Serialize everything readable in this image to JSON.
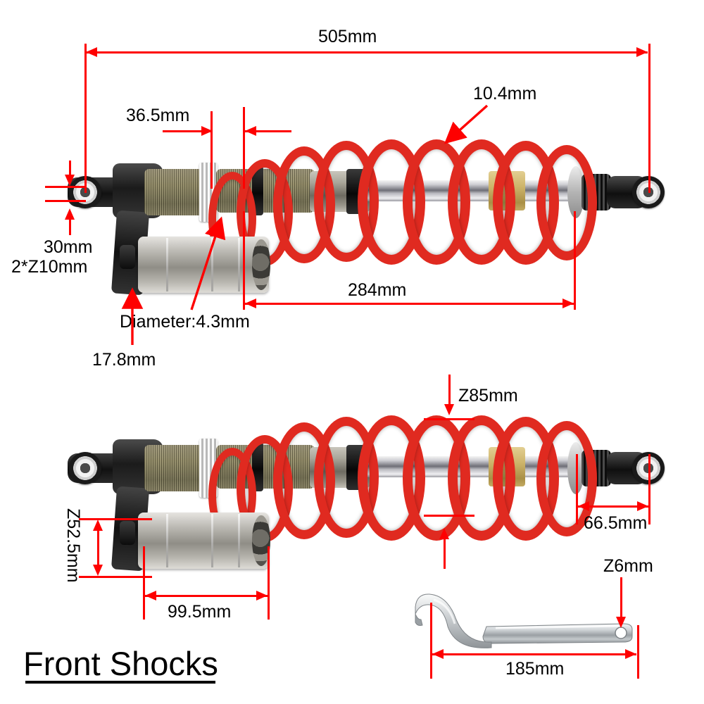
{
  "page": {
    "title": "Front Shocks",
    "background": "#ffffff",
    "dimension_color": "#fe0000",
    "text_color": "#000000"
  },
  "product": {
    "name": "Front Shocks",
    "type": "motorcycle-shock-absorber",
    "spring_color": "#e02a20",
    "body_color": "#8d865f",
    "reservoir_color": "#a9a69a"
  },
  "dimensions": {
    "overall_length": "505mm",
    "spring_gap": "36.5mm",
    "spring_wire": "10.4mm",
    "eyelet_bore": "30mm",
    "eyelet_bore_spec": "2*Ζ10mm",
    "adjuster_thread": "Diameter:4.3mm",
    "clevis_width": "17.8mm",
    "stroke_span": "284mm",
    "spring_outer": "Ζ85mm",
    "tail_length": "66.5mm",
    "reservoir_diameter": "Ζ52.5mm",
    "reservoir_length": "99.5mm",
    "wrench_length": "185mm",
    "wrench_hole": "Ζ6mm"
  },
  "labels": [
    {
      "id": "overall-length",
      "text": "505mm",
      "shock": "upper"
    },
    {
      "id": "spring-gap",
      "text": "36.5mm",
      "shock": "upper"
    },
    {
      "id": "spring-wire",
      "text": "10.4mm",
      "shock": "upper"
    },
    {
      "id": "eyelet-bore",
      "text": "30mm",
      "shock": "upper"
    },
    {
      "id": "eyelet-bore-spec",
      "text": "2*Ζ10mm",
      "shock": "upper"
    },
    {
      "id": "adjuster-thread",
      "text": "Diameter:4.3mm",
      "shock": "upper"
    },
    {
      "id": "clevis-width",
      "text": "17.8mm",
      "shock": "upper"
    },
    {
      "id": "stroke-span",
      "text": "284mm",
      "shock": "upper"
    },
    {
      "id": "spring-outer",
      "text": "Ζ85mm",
      "shock": "lower"
    },
    {
      "id": "tail-length",
      "text": "66.5mm",
      "shock": "lower"
    },
    {
      "id": "reservoir-diameter",
      "text": "Ζ52.5mm",
      "shock": "lower"
    },
    {
      "id": "reservoir-length",
      "text": "99.5mm",
      "shock": "lower"
    },
    {
      "id": "wrench-length",
      "text": "185mm",
      "shock": "wrench"
    },
    {
      "id": "wrench-hole",
      "text": "Ζ6mm",
      "shock": "wrench"
    }
  ],
  "accessory": {
    "name": "hook-spanner-wrench",
    "length": "185mm",
    "hole_diameter": "Ζ6mm",
    "material_color": "#c3c6c9"
  }
}
